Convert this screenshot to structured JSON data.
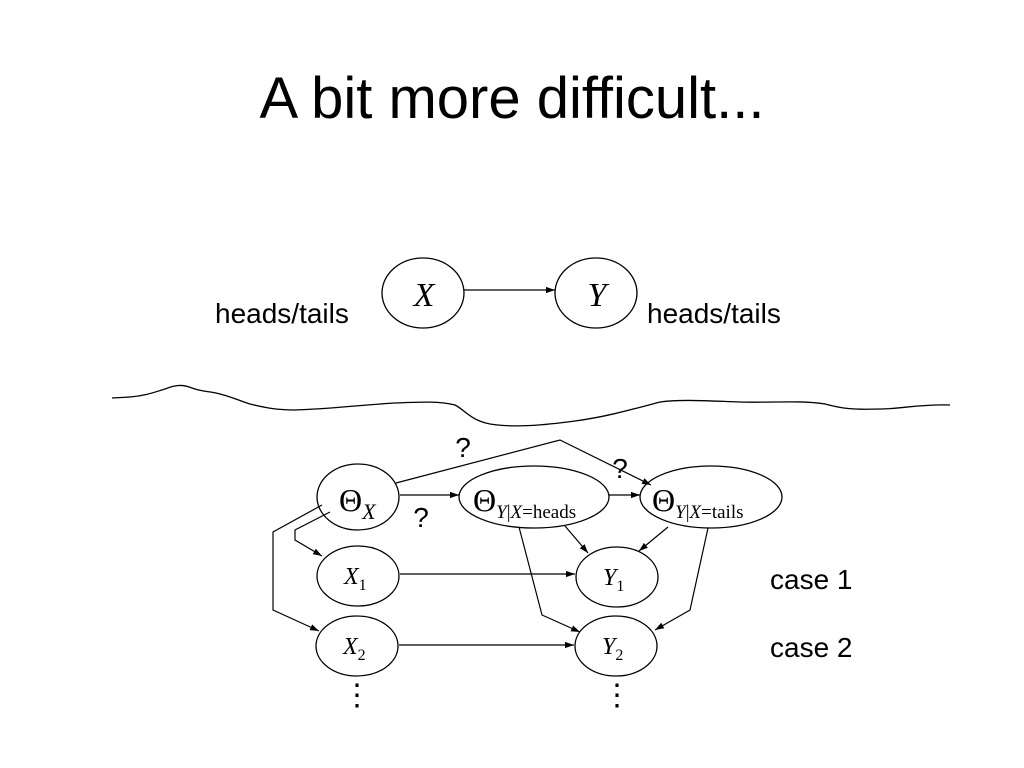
{
  "title": "A bit more difficult...",
  "top_graph": {
    "node_x": "X",
    "node_y": "Y",
    "left_label": "heads/tails",
    "right_label": "heads/tails"
  },
  "bottom_graph": {
    "theta_symbol": "Θ",
    "theta_x_sub": "X",
    "theta_heads_sub_y": "Y",
    "theta_heads_sub_bar": "|",
    "theta_heads_sub_x": "X",
    "theta_heads_sub_rest": "=heads",
    "theta_tails_sub_y": "Y",
    "theta_tails_sub_bar": "|",
    "theta_tails_sub_x": "X",
    "theta_tails_sub_rest": "=tails",
    "x1_main": "X",
    "x1_sub": "1",
    "y1_main": "Y",
    "y1_sub": "1",
    "x2_main": "X",
    "x2_sub": "2",
    "y2_main": "Y",
    "y2_sub": "2",
    "question_top": "?",
    "question_right": "?",
    "question_middle": "?",
    "ellipsis_left": "⋮",
    "ellipsis_right": "⋮",
    "case1": "case 1",
    "case2": "case 2"
  }
}
